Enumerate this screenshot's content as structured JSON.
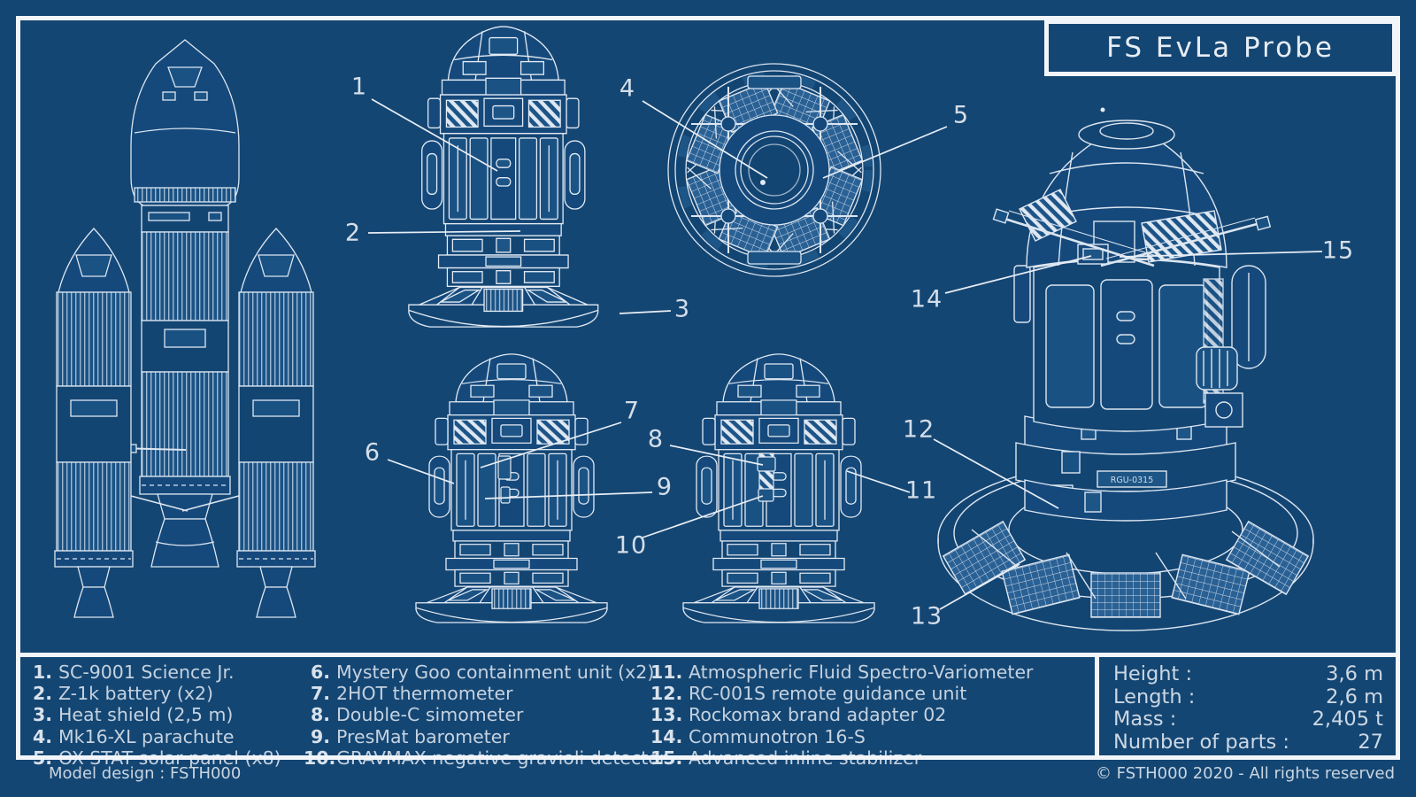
{
  "title": "FS EvLa Probe",
  "callouts": [
    "1",
    "2",
    "3",
    "4",
    "5",
    "6",
    "7",
    "8",
    "9",
    "10",
    "11",
    "12",
    "13",
    "14",
    "15"
  ],
  "parts": {
    "columns": [
      [
        {
          "num": "1.",
          "label": "SC-9001 Science Jr."
        },
        {
          "num": "2.",
          "label": "Z-1k battery (x2)"
        },
        {
          "num": "3.",
          "label": "Heat shield (2,5 m)"
        },
        {
          "num": "4.",
          "label": "Mk16-XL parachute"
        },
        {
          "num": "5.",
          "label": "OX-STAT solar panel (x8)"
        }
      ],
      [
        {
          "num": "6.",
          "label": "Mystery Goo containment unit (x2)"
        },
        {
          "num": "7.",
          "label": "2HOT thermometer"
        },
        {
          "num": "8.",
          "label": "Double-C simometer"
        },
        {
          "num": "9.",
          "label": "PresMat barometer"
        },
        {
          "num": "10.",
          "label": "GRAVMAX negative gravioli detector"
        }
      ],
      [
        {
          "num": "11.",
          "label": "Atmospheric Fluid Spectro-Variometer"
        },
        {
          "num": "12.",
          "label": "RC-001S remote guidance unit"
        },
        {
          "num": "13.",
          "label": "Rockomax brand adapter 02"
        },
        {
          "num": "14.",
          "label": "Communotron 16-S"
        },
        {
          "num": "15.",
          "label": "Advanced inline stabilizer"
        }
      ]
    ]
  },
  "specs": {
    "rows": [
      {
        "label": "Height :",
        "value": "3,6 m"
      },
      {
        "label": "Length :",
        "value": "2,6 m"
      },
      {
        "label": "Mass :",
        "value": "2,405 t"
      },
      {
        "label": "Number of parts :",
        "value": "27"
      }
    ]
  },
  "footer": {
    "left": "Model design : FSTH000",
    "right": "© FSTH000 2020 - All rights reserved"
  },
  "drawing_labels": {
    "guidance_unit": "RGU-0315"
  },
  "colors": {
    "background": "#144673",
    "ink": "#e3ebf4",
    "border": "#f2f6fa",
    "text": "#ccd8e4",
    "panel_fill": "#1a5183"
  }
}
